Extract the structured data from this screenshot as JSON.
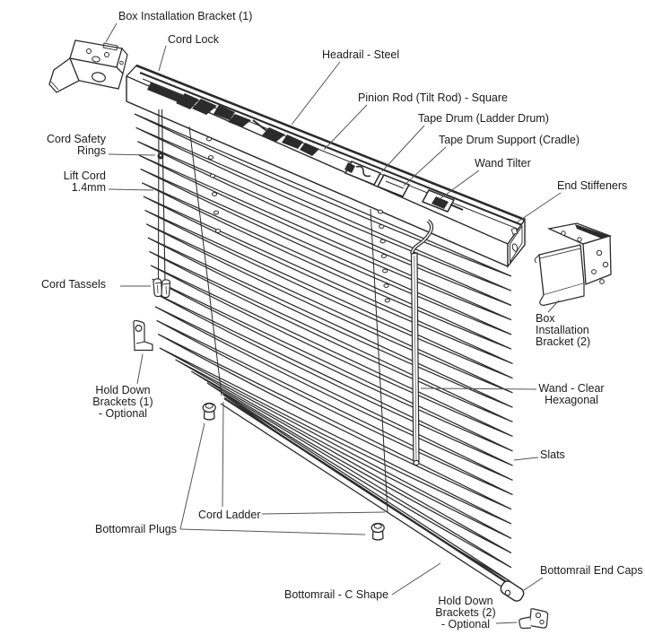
{
  "colors": {
    "background": "#ffffff",
    "drawing_line": "#2b2b2b",
    "label_text": "#1b1b1b",
    "leader_line": "#555555"
  },
  "labels": {
    "box_installation_bracket_1": "Box Installation Bracket (1)",
    "cord_lock": "Cord Lock",
    "headrail": "Headrail - Steel",
    "pinion_rod": "Pinion Rod (Tilt Rod) - Square",
    "tape_drum": "Tape Drum (Ladder Drum)",
    "tape_drum_support": "Tape Drum Support (Cradle)",
    "wand_tilter": "Wand Tilter",
    "end_stiffeners": "End Stiffeners",
    "cord_safety_rings": "Cord Safety\nRings",
    "lift_cord": "Lift Cord\n1.4mm",
    "cord_tassels": "Cord Tassels",
    "hold_down_brackets_1": "Hold Down\nBrackets (1)\n- Optional",
    "bottomrail_plugs": "Bottomrail Plugs",
    "cord_ladder": "Cord Ladder",
    "bottomrail_c_shape": "Bottomrail  - C Shape",
    "hold_down_brackets_2": "Hold Down\nBrackets (2)\n- Optional",
    "bottomrail_end_caps": "Bottomrail End Caps",
    "wand_clear_hexagonal": "Wand - Clear\nHexagonal",
    "slats": "Slats",
    "box_installation_bracket_2": "Box\nInstallation\nBracket (2)"
  }
}
